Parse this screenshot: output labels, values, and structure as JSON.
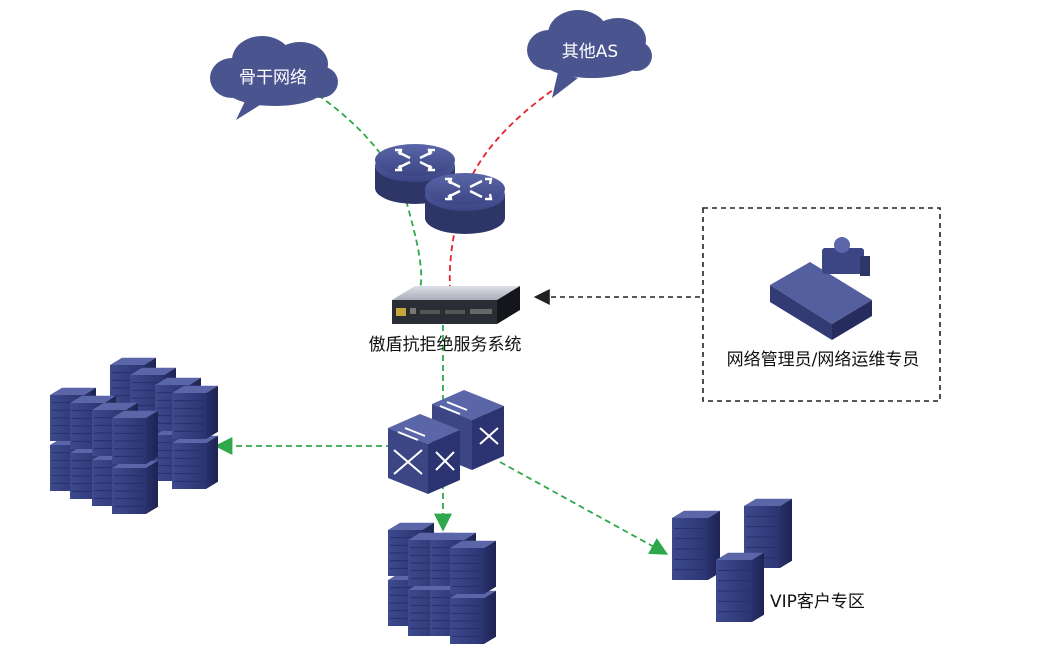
{
  "clouds": {
    "backbone": "骨干网络",
    "other_as": "其他AS"
  },
  "labels": {
    "ddos_system": "傲盾抗拒绝服务系统",
    "admin": "网络管理员/网络运维专员",
    "vip_zone": "VIP客户专区"
  },
  "colors": {
    "device": "#46508f",
    "device_dark": "#2e3668",
    "cloud": "#4a5590",
    "green_link": "#2ea84a",
    "red_link": "#e0242a",
    "black_link": "#222222"
  }
}
